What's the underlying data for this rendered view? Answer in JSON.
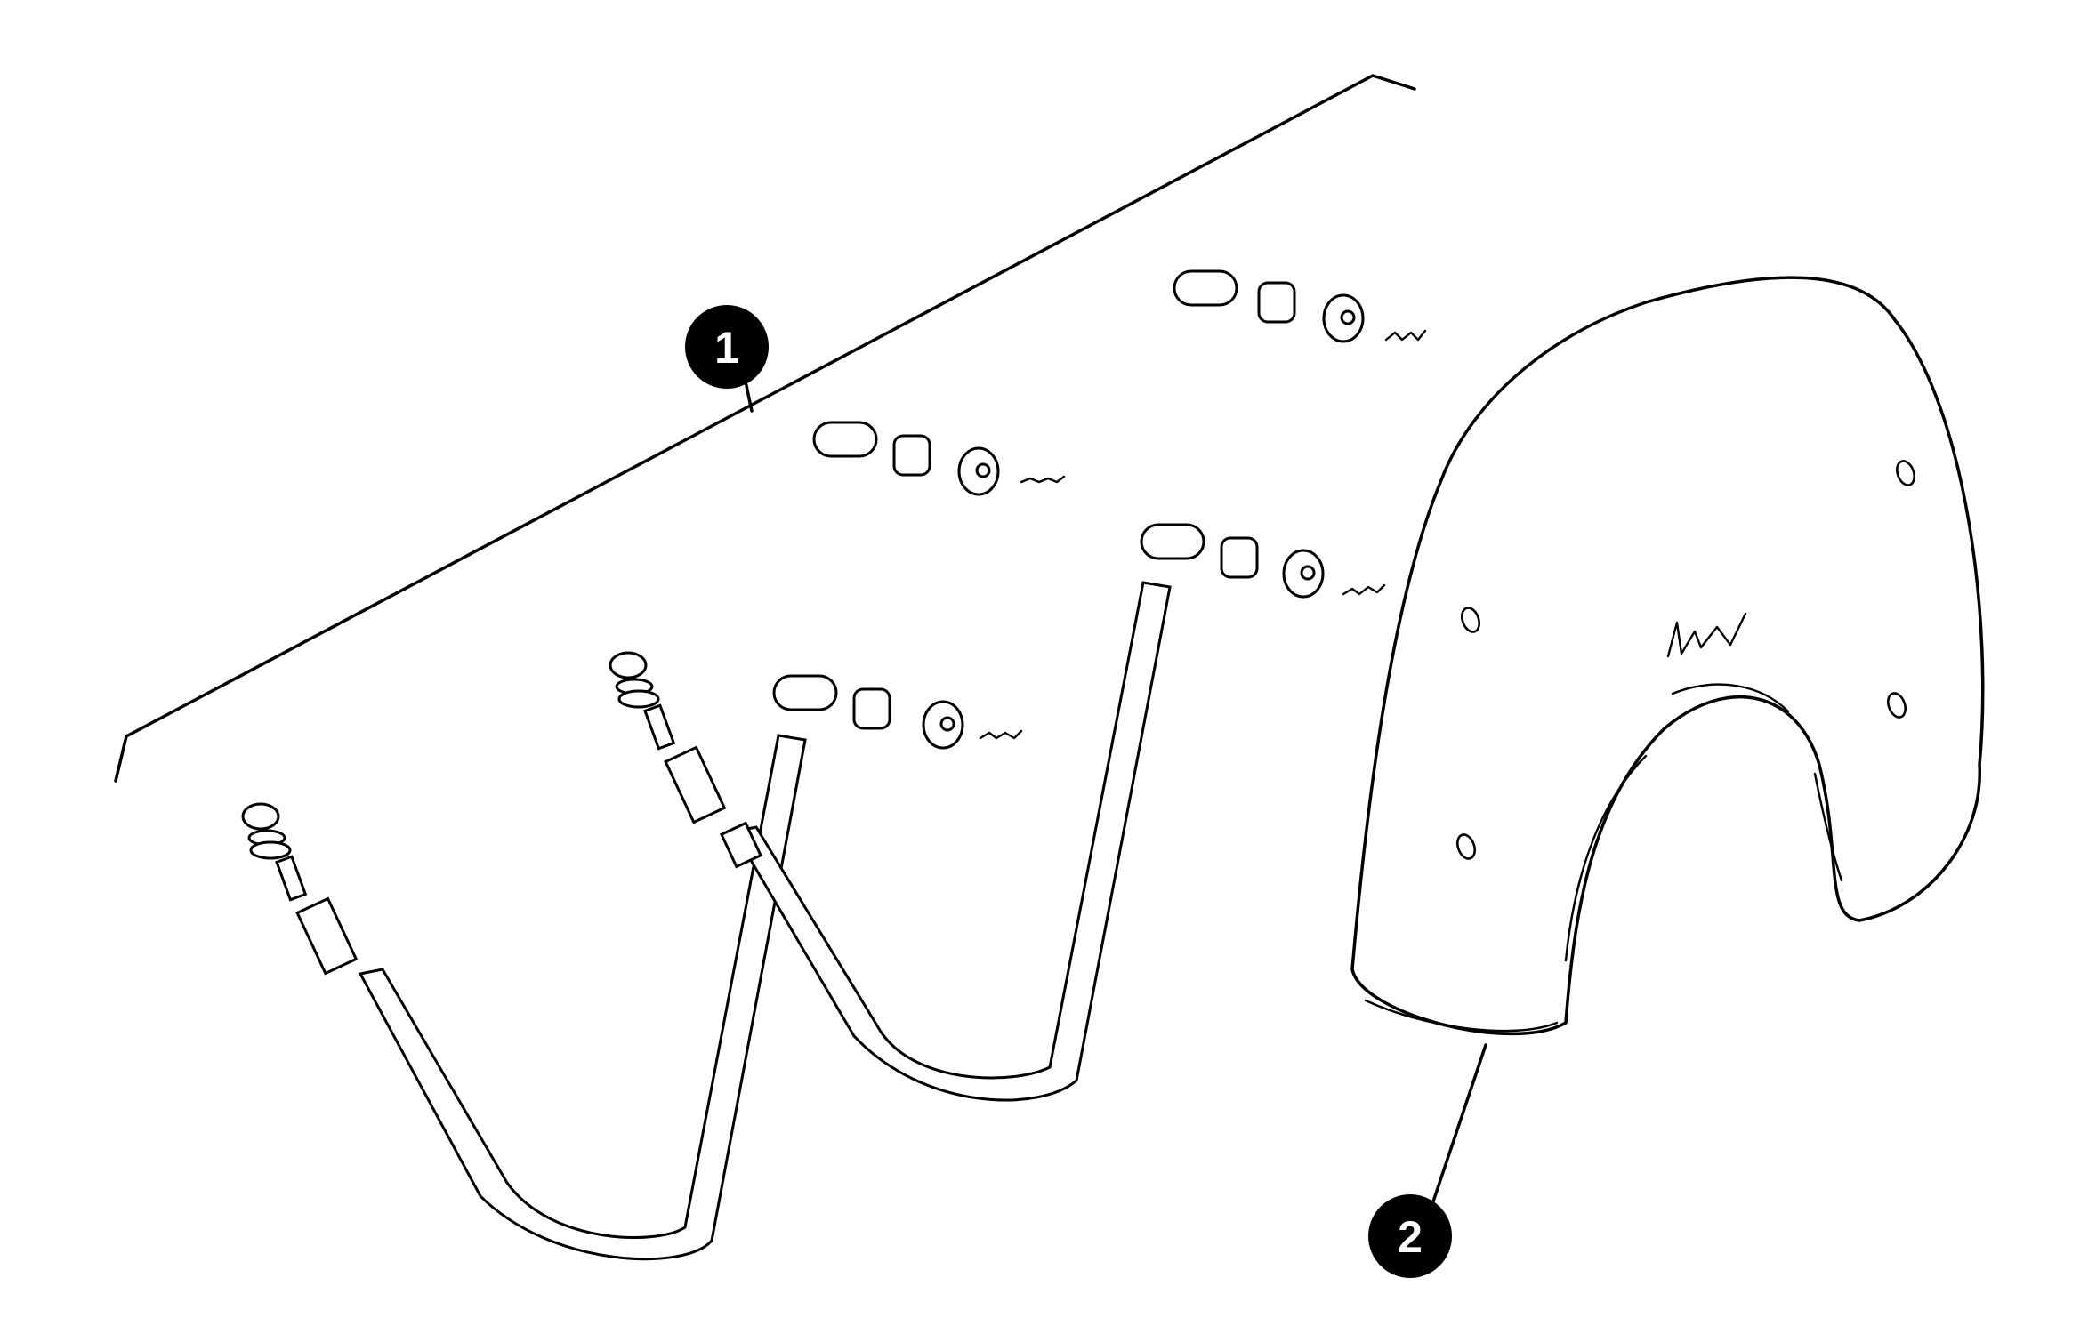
{
  "diagram": {
    "callouts": [
      {
        "id": "callout-1",
        "label": "1"
      },
      {
        "id": "callout-2",
        "label": "2"
      }
    ],
    "colors": {
      "ink": "#000000",
      "paper": "#ffffff"
    }
  }
}
